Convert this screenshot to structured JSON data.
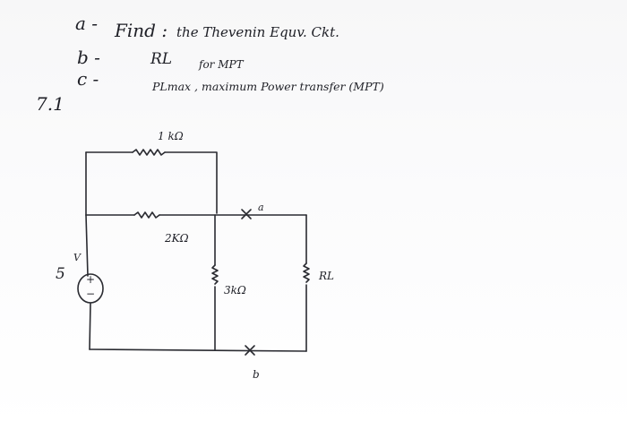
{
  "notes": {
    "line_a_marker": "a -",
    "line_a_find": "Find :",
    "line_a_text": "the Thevenin Equv. Ckt.",
    "line_b_marker": "b -",
    "line_b_text": "RL",
    "line_b_suffix": "for MPT",
    "line_c_marker": "c -",
    "line_c_text": "PLmax , maximum Power transfer (MPT)",
    "problem_number": "7.1"
  },
  "circuit": {
    "r_top_label": "1 kΩ",
    "r_mid_label": "2KΩ",
    "r_shunt_label": "3kΩ",
    "r_load_label": "RL",
    "source_value": "5",
    "source_unit": "V",
    "source_plus": "+",
    "source_minus": "−",
    "terminal_a": "a",
    "terminal_b": "b"
  }
}
